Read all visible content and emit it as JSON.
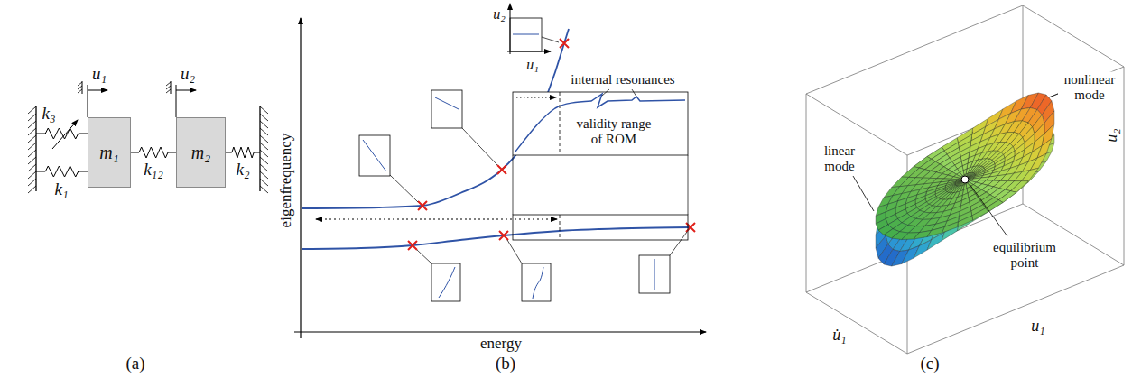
{
  "diagram": {
    "nodes": [
      {
        "text": [
          "m₁"
        ]
      },
      {
        "text": [
          "m₂"
        ]
      }
    ],
    "edges": [
      {
        "from": 0,
        "to": 1,
        "arrow": "none",
        "label": "k₁₂"
      }
    ],
    "labels": [
      "u₁",
      "u₂",
      "k₃",
      "k₁",
      "k₂",
      "(a)",
      "eigenfrequency",
      "energy",
      "u₂",
      "u₁",
      "internal resonances",
      "validity range of ROM",
      "(b)",
      "nonlinear mode",
      "linear mode",
      "equilibrium point",
      "u₂",
      "u̇₁",
      "u₁",
      "(c)"
    ]
  }
}
